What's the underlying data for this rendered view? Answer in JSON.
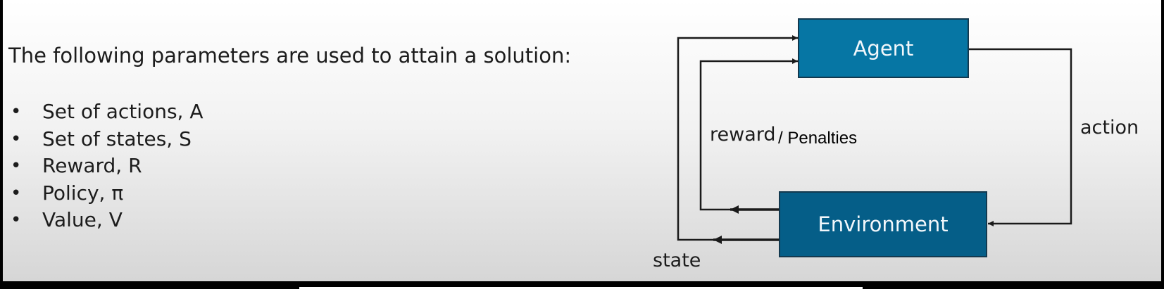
{
  "intro": "The following parameters are used to attain a solution:",
  "bullets": [
    "Set of actions, A",
    "Set of states, S",
    "Reward, R",
    "Policy, π",
    "Value, V"
  ],
  "diagram": {
    "agent": "Agent",
    "environment": "Environment",
    "reward": "reward",
    "penalties": "/ Penalties",
    "action": "action",
    "state": "state"
  },
  "colors": {
    "agent_fill": "#0676a4",
    "environment_fill": "#055e88",
    "box_border": "#13394f",
    "line": "#1a1a1a"
  }
}
